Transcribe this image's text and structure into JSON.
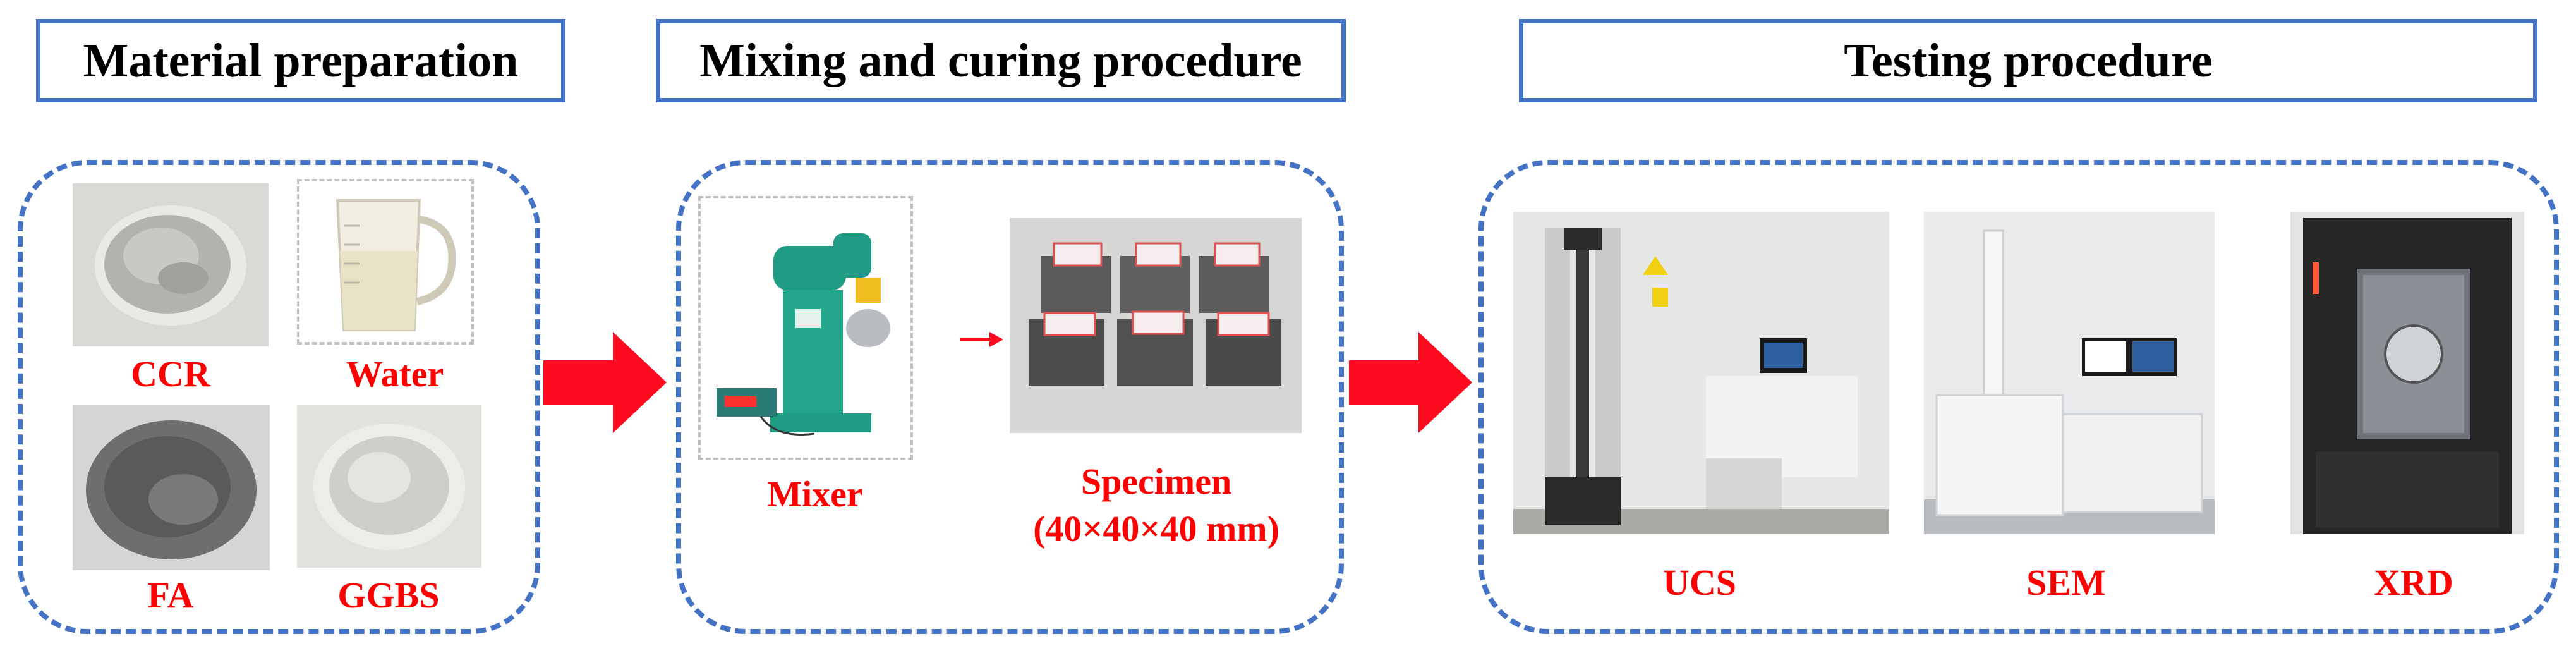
{
  "headers": {
    "material": "Material preparation",
    "mixing": "Mixing and curing procedure",
    "testing": "Testing procedure"
  },
  "materials": {
    "ccr": "CCR",
    "water": "Water",
    "fa": "FA",
    "ggbs": "GGBS"
  },
  "mixing": {
    "mixer": "Mixer",
    "specimen": "Specimen",
    "specimen_size": "(40×40×40 mm)"
  },
  "tests": {
    "ucs": "UCS",
    "sem": "SEM",
    "xrd": "XRD"
  },
  "colors": {
    "frame": "#4472c4",
    "label": "#ff0000",
    "arrow": "#ff0a1e"
  }
}
